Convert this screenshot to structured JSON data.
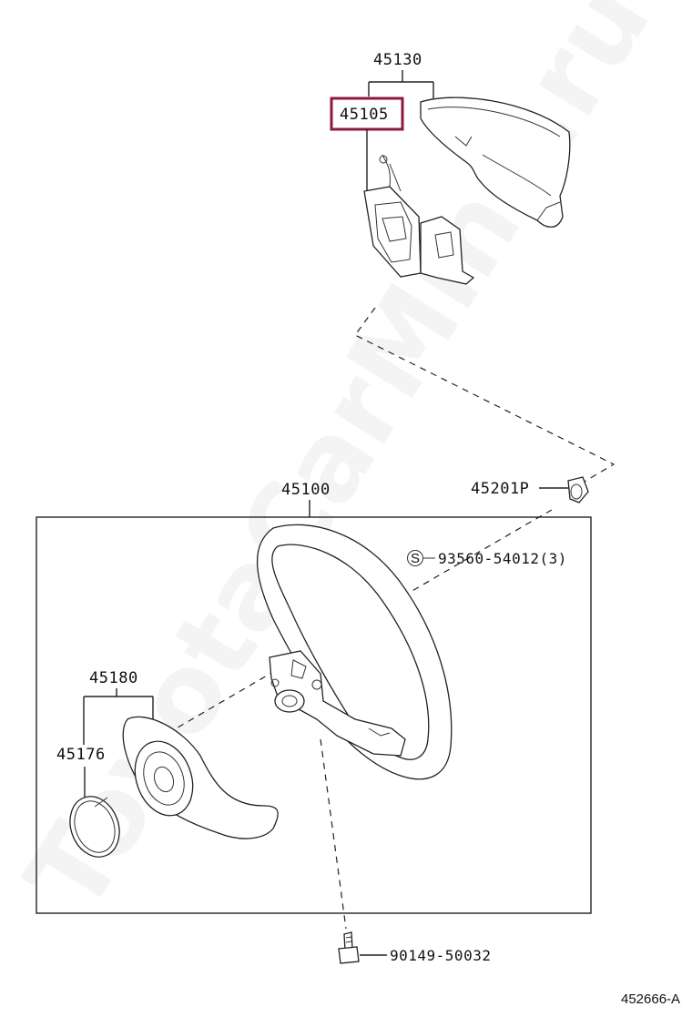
{
  "diagram": {
    "part_labels": {
      "p45130": "45130",
      "p45105": "45105",
      "p45100": "45100",
      "p45201p": "45201P",
      "p93560": "93560-54012(3)",
      "p45180": "45180",
      "p45176": "45176",
      "p90149": "90149-50032"
    },
    "s_marker": "S",
    "reference_code": "452666-A",
    "watermark": "ToyotaCarMine.ru",
    "highlight_color": "#8b1a3d"
  }
}
